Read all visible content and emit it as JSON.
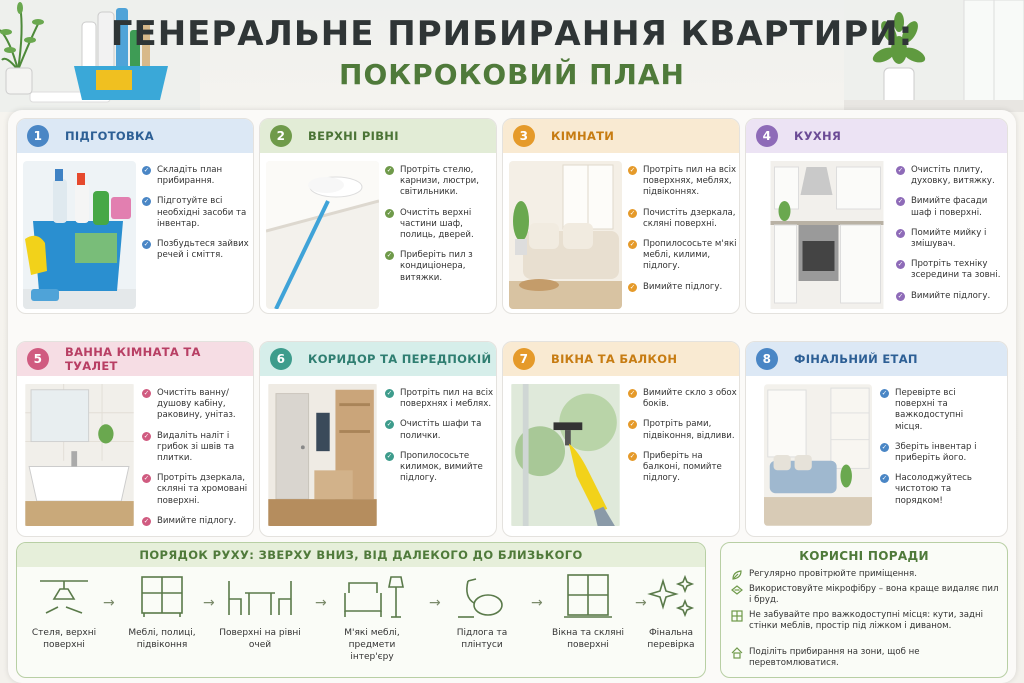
{
  "header": {
    "title_line1": "ГЕНЕРАЛЬНЕ ПРИБИРАННЯ КВАРТИРИ:",
    "title_line2": "ПОКРОКОВИЙ ПЛАН"
  },
  "colors": {
    "blue": "#4a86c5",
    "green": "#6f9a4a",
    "orange": "#e59a2a",
    "purple": "#8e6bb8",
    "pink": "#d05b80",
    "teal": "#3e9c8c",
    "title_dark": "#2f3536",
    "title_green": "#4f7a3a"
  },
  "steps": [
    {
      "num": "1",
      "title": "ПІДГОТОВКА",
      "items": [
        "Складіть план прибирання.",
        "Підготуйте всі необхідні засоби та інвентар.",
        "Позбудьтеся зайвих речей і сміття."
      ]
    },
    {
      "num": "2",
      "title": "ВЕРХНІ РІВНІ",
      "items": [
        "Протріть стелю, карнизи, люстри, світильники.",
        "Очистіть верхні частини шаф, полиць, дверей.",
        "Приберіть пил з кондиціонера, витяжки."
      ]
    },
    {
      "num": "3",
      "title": "КІМНАТИ",
      "items": [
        "Протріть пил на всіх поверхнях, меблях, підвіконнях.",
        "Почистіть дзеркала, скляні поверхні.",
        "Пропилососьте м'які меблі, килими, підлогу.",
        "Вимийте підлогу."
      ]
    },
    {
      "num": "4",
      "title": "КУХНЯ",
      "items": [
        "Очистіть плиту, духовку, витяжку.",
        "Вимийте фасади шаф і поверхні.",
        "Помийте мийку і змішувач.",
        "Протріть техніку зсередини та зовні.",
        "Вимийте підлогу."
      ]
    },
    {
      "num": "5",
      "title": "ВАННА КІМНАТА ТА ТУАЛЕТ",
      "items": [
        "Очистіть ванну/душову кабіну, раковину, унітаз.",
        "Видаліть наліт і грибок зі швів та плитки.",
        "Протріть дзеркала, скляні та хромовані поверхні.",
        "Вимийте підлогу."
      ]
    },
    {
      "num": "6",
      "title": "КОРИДОР ТА ПЕРЕДПОКІЙ",
      "items": [
        "Протріть пил на всіх поверхнях і меблях.",
        "Очистіть шафи та полички.",
        "Пропилососьте килимок, вимийте підлогу."
      ]
    },
    {
      "num": "7",
      "title": "ВІКНА ТА БАЛКОН",
      "items": [
        "Вимийте скло з обох боків.",
        "Протріть рами, підвіконня, відливи.",
        "Приберіть на балконі, помийте підлогу."
      ]
    },
    {
      "num": "8",
      "title": "ФІНАЛЬНИЙ ЕТАП",
      "items": [
        "Перевірте всі поверхні та важкодоступні місця.",
        "Зберіть інвентар і приберіть його.",
        "Насолоджуйтесь чистотою та порядком!"
      ]
    }
  ],
  "order": {
    "title": "ПОРЯДОК РУХУ: ЗВЕРХУ ВНИЗ, ВІД ДАЛЕКОГО ДО БЛИЗЬКОГО",
    "steps": [
      {
        "label": "Стеля, верхні поверхні",
        "icon": "ceiling-lamp-icon"
      },
      {
        "label": "Меблі, полиці, підвіконня",
        "icon": "cabinet-icon"
      },
      {
        "label": "Поверхні на рівні очей",
        "icon": "table-chairs-icon"
      },
      {
        "label": "М'які меблі, предмети інтер'єру",
        "icon": "armchair-lamp-icon"
      },
      {
        "label": "Підлога та плінтуси",
        "icon": "vacuum-icon"
      },
      {
        "label": "Вікна та скляні поверхні",
        "icon": "window-icon"
      },
      {
        "label": "Фінальна перевірка",
        "icon": "sparkle-icon"
      }
    ]
  },
  "tips": {
    "title": "КОРИСНІ ПОРАДИ",
    "items": [
      "Регулярно провітрюйте приміщення.",
      "Використовуйте мікрофібру – вона краще видаляє пил і бруд.",
      "Не забувайте про важкодоступні місця: кути, задні стінки меблів, простір під ліжком і диваном.",
      "Поділіть прибирання на зони, щоб не перевтомлюватися."
    ]
  }
}
